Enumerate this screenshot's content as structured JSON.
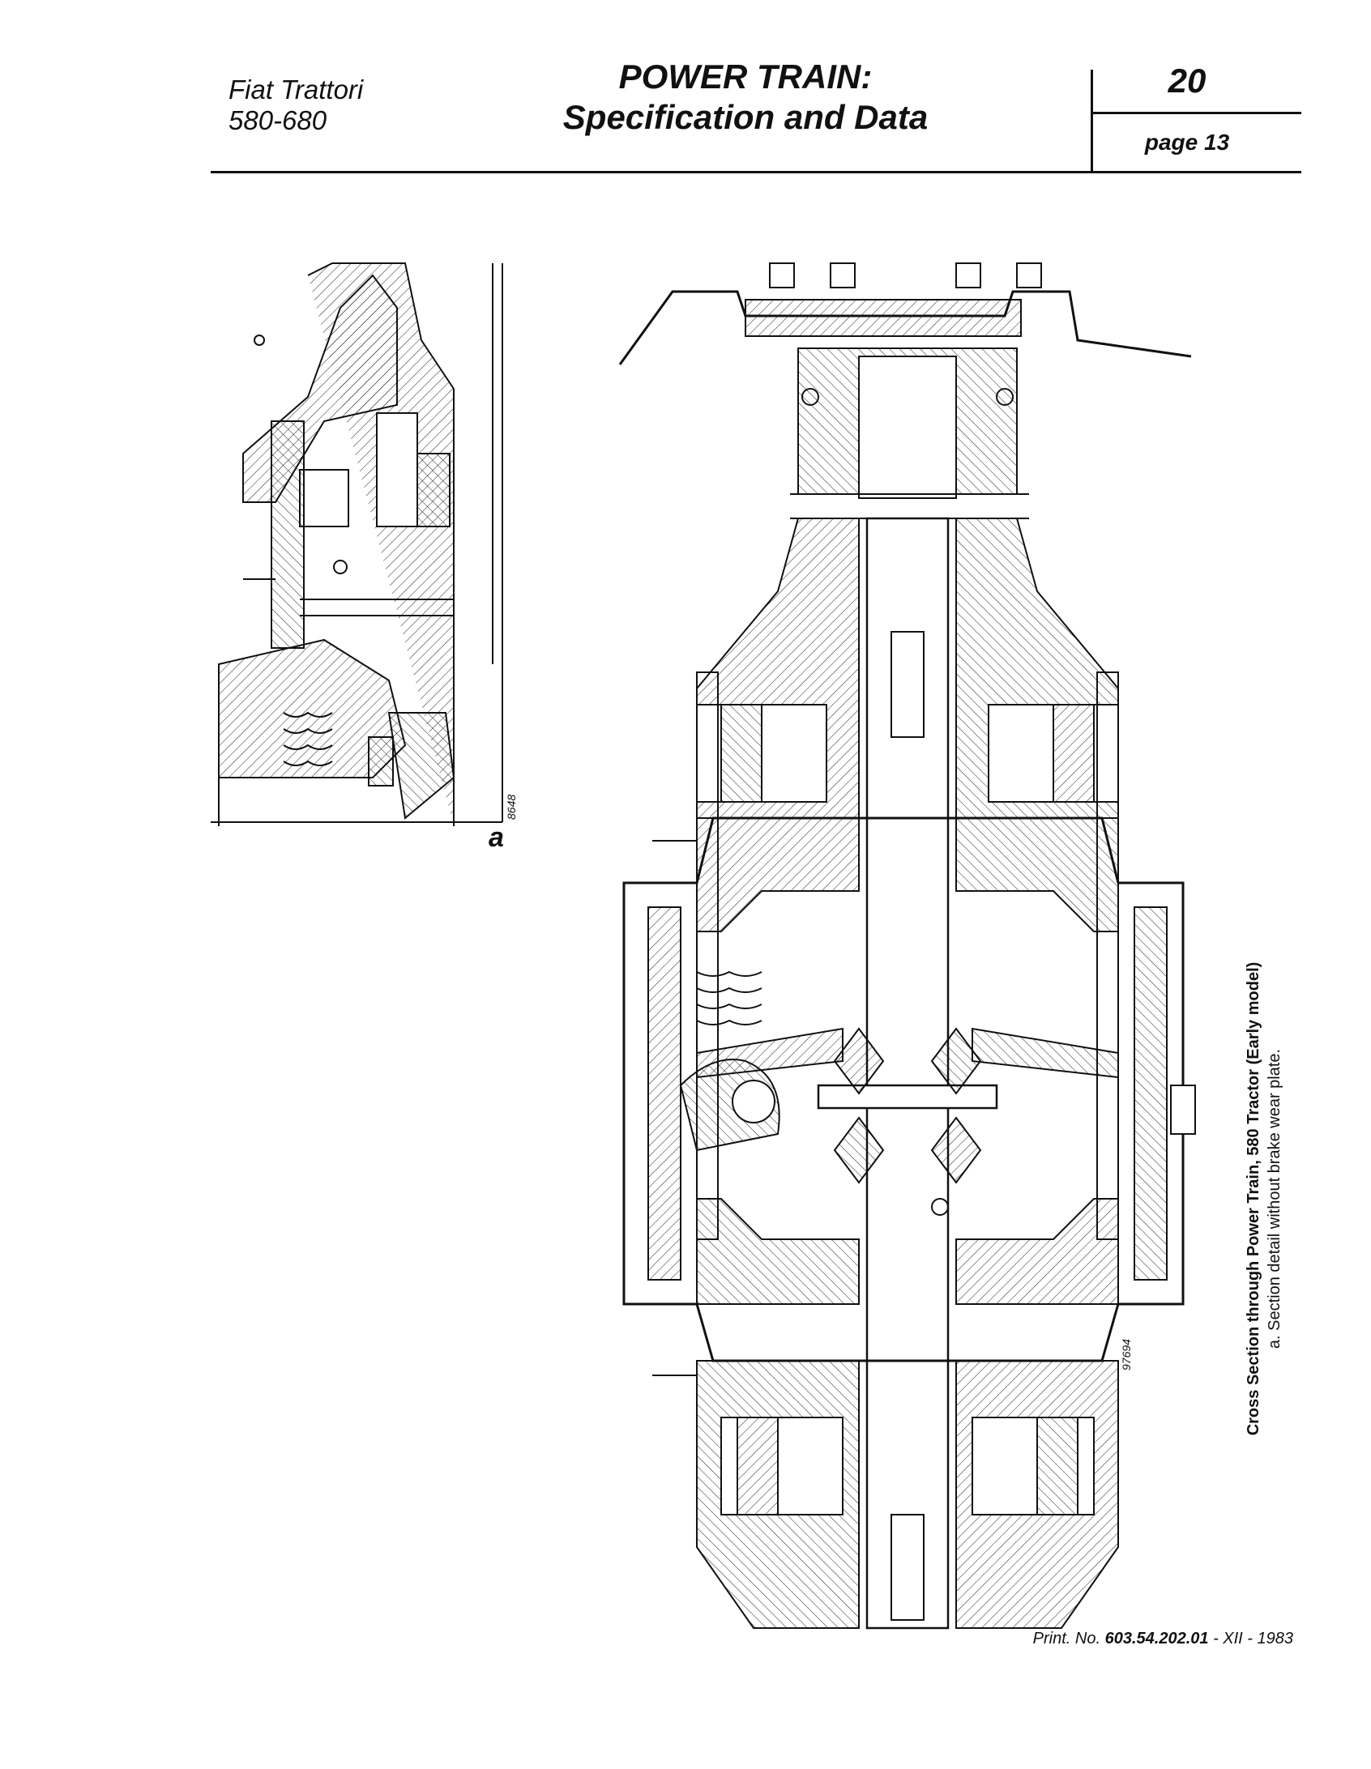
{
  "header": {
    "company": "Fiat Trattori",
    "models": "580-680",
    "title_line1": "POWER TRAIN:",
    "title_line2": "Specification and Data",
    "section_number": "20",
    "page_label": "page 13"
  },
  "figure": {
    "detail_letter": "a",
    "detail_ref": "8648",
    "main_ref": "97694",
    "caption_title": "Cross Section through Power Train, 580 Tractor (Early model)",
    "caption_note": "a. Section detail without brake wear plate."
  },
  "footer": {
    "print_prefix": "Print. No.",
    "print_number": "603.54.202.01",
    "print_suffix": "- XII - 1983"
  }
}
